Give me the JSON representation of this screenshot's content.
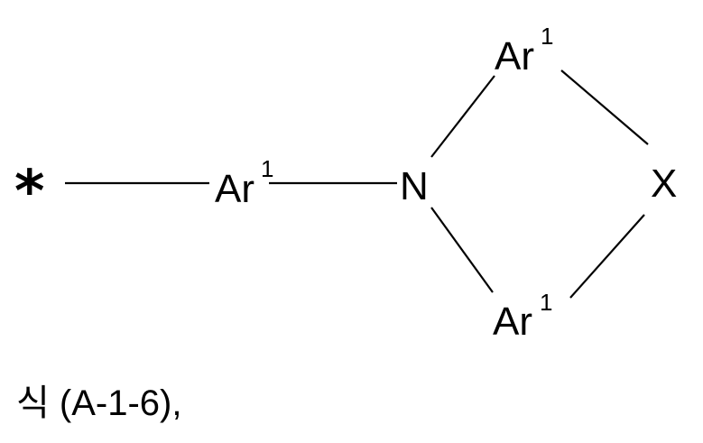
{
  "structure": {
    "attachment_point": "*",
    "nodes": {
      "ar_linker": {
        "symbol": "Ar",
        "superscript": "1"
      },
      "nitrogen": {
        "symbol": "N"
      },
      "ar_top": {
        "symbol": "Ar",
        "superscript": "1"
      },
      "ar_bottom": {
        "symbol": "Ar",
        "superscript": "1"
      },
      "bridge": {
        "symbol": "X"
      }
    },
    "bonds": [
      [
        "*",
        "ar_linker"
      ],
      [
        "ar_linker",
        "nitrogen"
      ],
      [
        "nitrogen",
        "ar_top"
      ],
      [
        "nitrogen",
        "ar_bottom"
      ],
      [
        "ar_top",
        "bridge"
      ],
      [
        "ar_bottom",
        "bridge"
      ]
    ]
  },
  "caption": "식 (A-1-6),"
}
